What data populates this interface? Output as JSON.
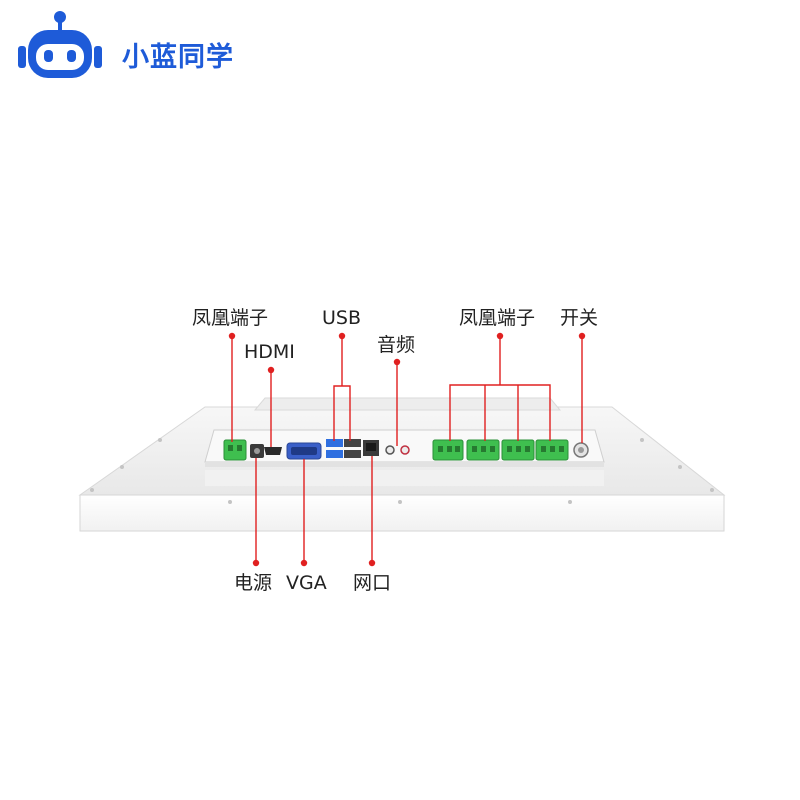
{
  "brand": {
    "name": "小蓝同学",
    "logo_icon": "robot-head-icon",
    "color": "#1e5bd8"
  },
  "callouts": {
    "phoenix_terminal_left": "凤凰端子",
    "hdmi": "HDMI",
    "usb": "USB",
    "audio": "音频",
    "phoenix_terminal_right": "凤凰端子",
    "power_switch": "开关",
    "power": "电源",
    "vga": "VGA",
    "network": "网口"
  },
  "colors": {
    "callout_line": "#e02020",
    "terminal_green": "#3fbf4f",
    "usb_blue": "#2f6fe0",
    "vga_blue": "#3a5fc8",
    "panel": "#f2f2f2"
  }
}
